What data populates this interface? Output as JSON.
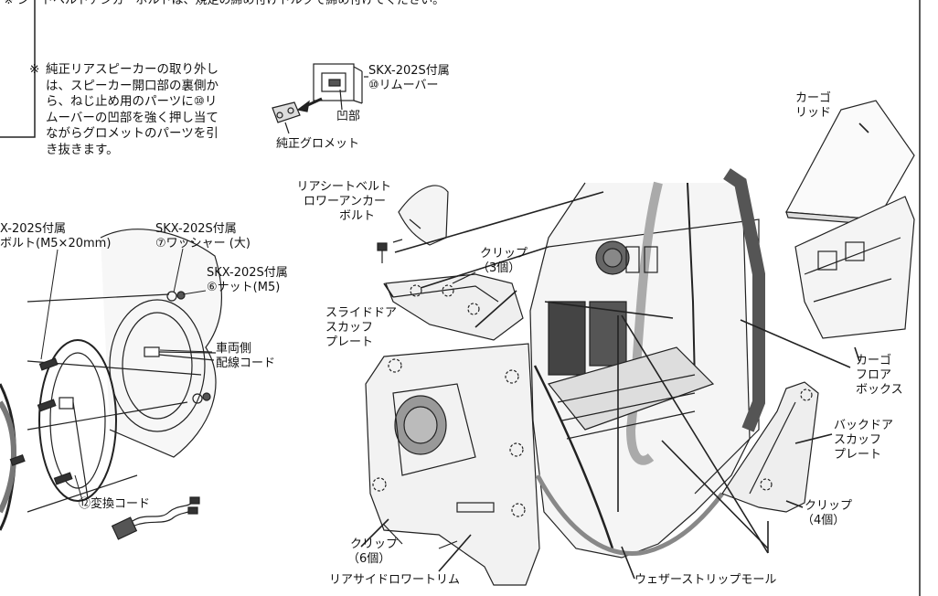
{
  "top_note": "※ シートベルトアンカーボルトは、規定の締め付けトルクで締め付けてください。",
  "removal_note": {
    "mark": "※",
    "lines": [
      "純正リアスピーカーの取り外し",
      "は、スピーカー開口部の裏側か",
      "ら、ねじ止め用のパーツに⑩リ",
      "ムーバーの凹部を強く押し当て",
      "ながらグロメットのパーツを引",
      "き抜きます。"
    ]
  },
  "remover": {
    "line1": "SKX-202S付属",
    "line2": "⑩リムーバー",
    "recess": "凹部",
    "grommet": "純正グロメット"
  },
  "speaker_parts": {
    "bolt_line1": "X-202S付属",
    "bolt_line2": "ボルト(M5×20mm)",
    "washer_line1": "SKX-202S付属",
    "washer_line2": "⑦ワッシャー (大)",
    "nut_line1": "SKX-202S付属",
    "nut_line2": "⑥ナット(M5)",
    "harness_line1": "車両側",
    "harness_line2": "配線コード",
    "conversion_cord": "⑫変換コード"
  },
  "vehicle_parts": {
    "seatbelt_line1": "リアシートベルト",
    "seatbelt_line2": "ロワーアンカー",
    "seatbelt_line3": "ボルト",
    "clip3_line1": "クリップ",
    "clip3_line2": "（3個）",
    "slide_line1": "スライドドア",
    "slide_line2": "スカッフ",
    "slide_line3": "プレート",
    "clip6_line1": "クリップ",
    "clip6_line2": "（6個）",
    "rear_side_trim": "リアサイドロワートリム",
    "weather_strip": "ウェザーストリップモール",
    "cargo_lid_line1": "カーゴ",
    "cargo_lid_line2": "リッド",
    "cargo_box_line1": "カーゴ",
    "cargo_box_line2": "フロア",
    "cargo_box_line3": "ボックス",
    "back_line1": "バックドア",
    "back_line2": "スカッフ",
    "back_line3": "プレート",
    "clip4_line1": "クリップ",
    "clip4_line2": "（4個）"
  }
}
